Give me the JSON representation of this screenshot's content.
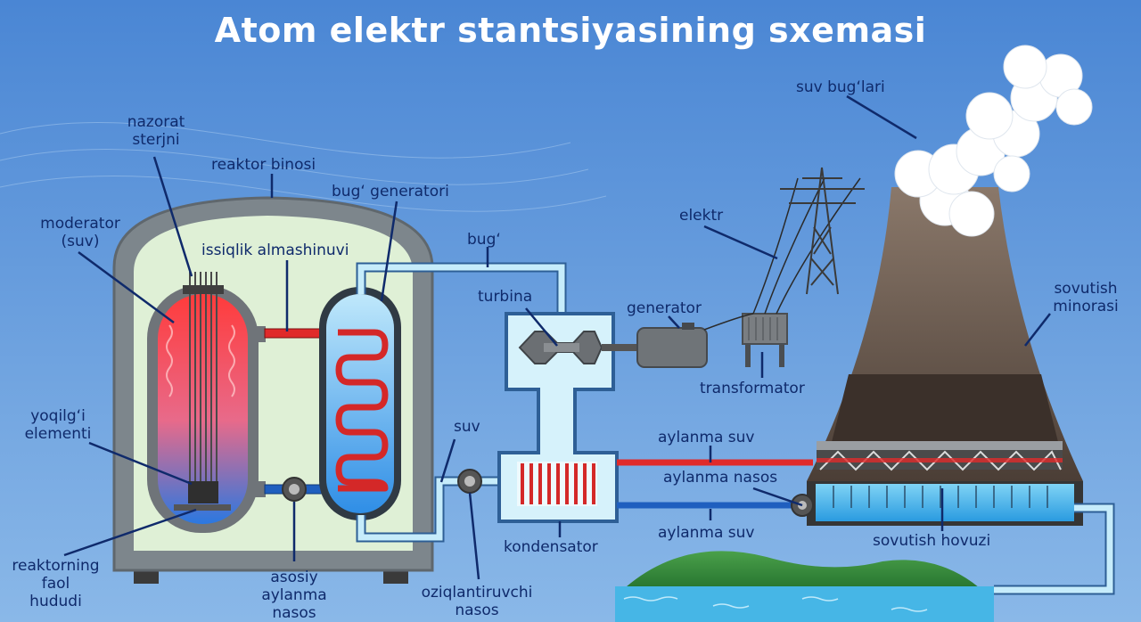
{
  "title": "Atom elektr stantsiyasining sxemasi",
  "colors": {
    "background_top": "#4a86d4",
    "background_bottom": "#8ab8e8",
    "label_text": "#0f2a6b",
    "hot_water": "#e02a2a",
    "cold_water": "#2a7de0",
    "steam_pipe": "#bfe3f5",
    "tower": "#6b5a4e"
  },
  "labels": {
    "nazorat_sterjni": [
      "nazorat",
      "sterjni"
    ],
    "reaktor_binosi": "reaktor binosi",
    "bug_generatori": "bug‘ generatori",
    "moderator": [
      "moderator",
      "(suv)"
    ],
    "issiqlik_almashinuvi": "issiqlik almashinuvi",
    "bug": "bug‘",
    "turbina": "turbina",
    "generator": "generator",
    "elektr": "elektr",
    "suv_buglari": "suv bug‘lari",
    "sovutish_minorasi": [
      "sovutish",
      "minorasi"
    ],
    "transformator": "transformator",
    "yoqilgi_elementi": [
      "yoqilg‘i",
      "elementi"
    ],
    "suv": "suv",
    "aylanma_suv_top": "aylanma suv",
    "aylanma_nasos": "aylanma nasos",
    "aylanma_suv_bottom": "aylanma suv",
    "sovutish_hovuzi": "sovutish hovuzi",
    "kondensator": "kondensator",
    "reaktorning_faol_hududi": [
      "reaktorning",
      "faol",
      "hududi"
    ],
    "asosiy_aylanma_nasos": [
      "asosiy",
      "aylanma",
      "nasos"
    ],
    "oziqlantiruvchi_nasos": [
      "oziqlantiruvchi",
      "nasos"
    ]
  }
}
